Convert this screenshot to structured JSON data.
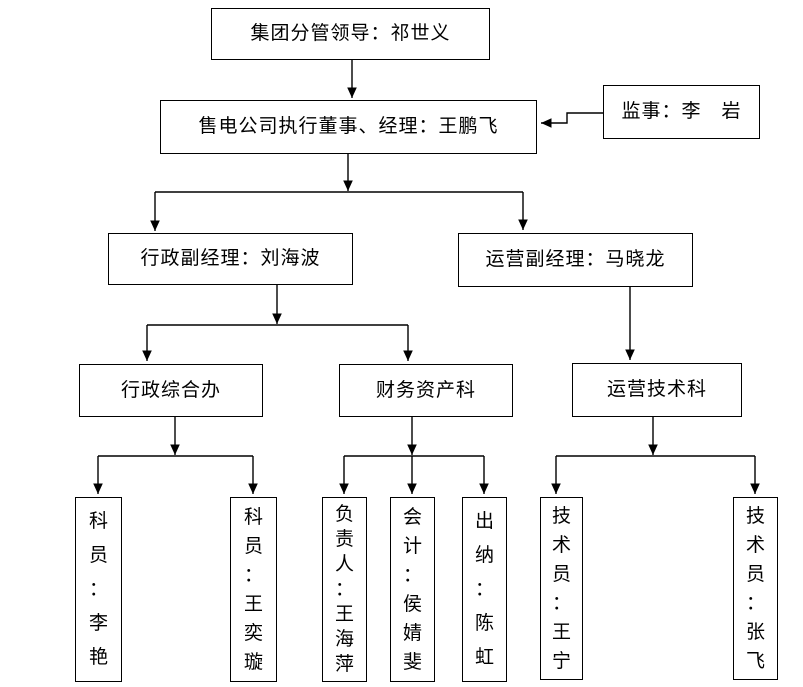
{
  "colors": {
    "box_fill": "#ffffff",
    "box_border": "#000000",
    "line": "#000000",
    "text": "#000000"
  },
  "nodes": {
    "group_leader": {
      "label": "集团分管领导：祁世义",
      "orientation": "horizontal"
    },
    "executive_director": {
      "label": "售电公司执行董事、经理：王鹏飞",
      "orientation": "horizontal"
    },
    "supervisor": {
      "label": "监事：李　岩",
      "orientation": "horizontal"
    },
    "admin_deputy": {
      "label": "行政副经理：刘海波",
      "orientation": "horizontal"
    },
    "operation_deputy": {
      "label": "运营副经理：马晓龙",
      "orientation": "horizontal"
    },
    "admin_office": {
      "label": "行政综合办",
      "orientation": "horizontal"
    },
    "finance_dept": {
      "label": "财务资产科",
      "orientation": "horizontal"
    },
    "operation_tech_dept": {
      "label": "运营技术科",
      "orientation": "horizontal"
    },
    "clerk_li_yan": {
      "label": "科\n员\n：\n李\n艳",
      "orientation": "vertical"
    },
    "clerk_wang_yixuan": {
      "label": "科\n员\n：\n王\n奕\n璇",
      "orientation": "vertical"
    },
    "head_wang_haiping": {
      "label": "负\n责\n人\n：\n王\n海\n萍",
      "orientation": "vertical"
    },
    "accountant_hou_jingfei": {
      "label": "会\n计\n：\n侯\n婧\n斐",
      "orientation": "vertical"
    },
    "cashier_chen_hong": {
      "label": "出\n纳\n：\n陈\n虹",
      "orientation": "vertical"
    },
    "tech_wang_ning": {
      "label": "技\n术\n员\n：\n王\n宁",
      "orientation": "vertical"
    },
    "tech_zhang_fei": {
      "label": "技\n术\n员\n：\n张\n飞",
      "orientation": "vertical"
    }
  },
  "edges": [
    {
      "from": "group_leader",
      "to": "executive_director"
    },
    {
      "from": "supervisor",
      "to": "executive_director"
    },
    {
      "from": "executive_director",
      "to": "admin_deputy"
    },
    {
      "from": "executive_director",
      "to": "operation_deputy"
    },
    {
      "from": "admin_deputy",
      "to": "admin_office"
    },
    {
      "from": "admin_deputy",
      "to": "finance_dept"
    },
    {
      "from": "operation_deputy",
      "to": "operation_tech_dept"
    },
    {
      "from": "admin_office",
      "to": "clerk_li_yan"
    },
    {
      "from": "admin_office",
      "to": "clerk_wang_yixuan"
    },
    {
      "from": "finance_dept",
      "to": "head_wang_haiping"
    },
    {
      "from": "finance_dept",
      "to": "accountant_hou_jingfei"
    },
    {
      "from": "finance_dept",
      "to": "cashier_chen_hong"
    },
    {
      "from": "operation_tech_dept",
      "to": "tech_wang_ning"
    },
    {
      "from": "operation_tech_dept",
      "to": "tech_zhang_fei"
    }
  ]
}
